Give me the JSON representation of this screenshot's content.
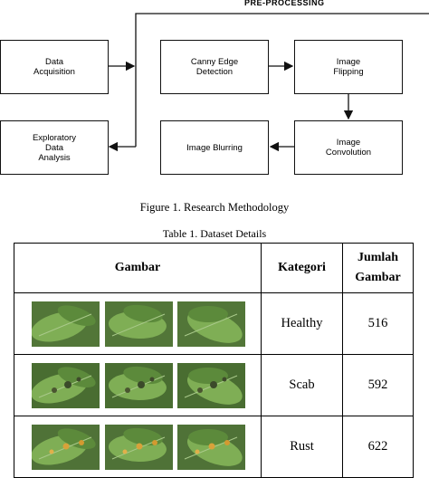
{
  "diagram": {
    "section_label": "PRE-PROCESSING",
    "nodes": {
      "data_acquisition": "Data\nAcquisition",
      "exploratory_data_analysis": "Exploratory\nData\nAnalysis",
      "canny_edge_detection": "Canny Edge\nDetection",
      "image_flipping": "Image\nFlipping",
      "image_convolution": "Image\nConvolution",
      "image_blurring": "Image Blurring"
    }
  },
  "figure_caption": "Figure 1. Research Methodology",
  "table_caption": "Table 1. Dataset Details",
  "table": {
    "headers": {
      "gambar": "Gambar",
      "kategori": "Kategori",
      "jumlah": "Jumlah\nGambar"
    },
    "rows": [
      {
        "kategori": "Healthy",
        "jumlah": "516",
        "tone": "#6f9a4a"
      },
      {
        "kategori": "Scab",
        "jumlah": "592",
        "tone": "#5e8a3e"
      },
      {
        "kategori": "Rust",
        "jumlah": "622",
        "tone": "#6a9448"
      }
    ]
  }
}
